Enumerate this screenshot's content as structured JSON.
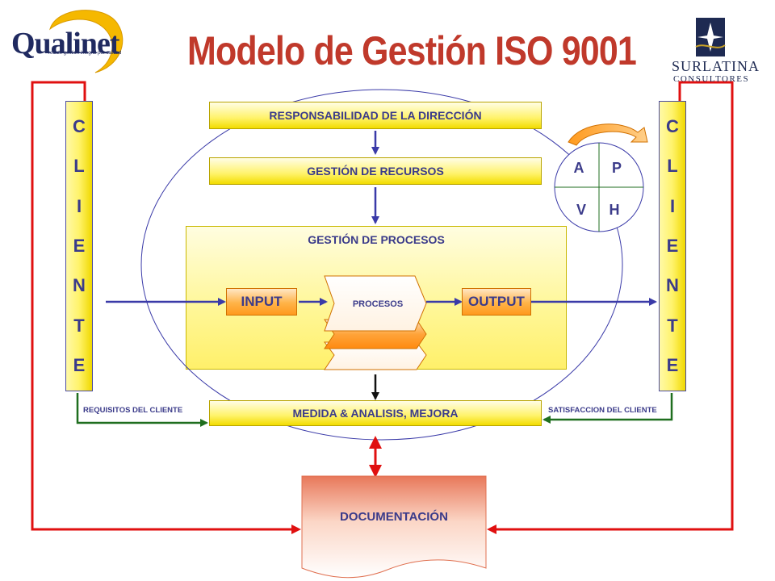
{
  "title": "Modelo de Gestión ISO 9001",
  "logos": {
    "left_name": "Qualinet",
    "left_tagline": "red de gestión integral por calidad",
    "right_name": "SURLATINA",
    "right_tagline": "CONSULTORES"
  },
  "client_left_letters": [
    "C",
    "L",
    "I",
    "E",
    "N",
    "T",
    "E"
  ],
  "client_right_letters": [
    "C",
    "L",
    "I",
    "E",
    "N",
    "T",
    "E"
  ],
  "boxes": {
    "responsabilidad": "RESPONSABILIDAD DE LA DIRECCIÓN",
    "recursos": "GESTIÓN DE RECURSOS",
    "procesos_title": "GESTIÓN DE PROCESOS",
    "input": "INPUT",
    "procesos": "PROCESOS",
    "output": "OUTPUT",
    "medida": "MEDIDA & ANALISIS, MEJORA",
    "documentacion": "DOCUMENTACIÓN"
  },
  "labels": {
    "requisitos": "REQUISITOS DEL CLIENTE",
    "satisfaccion": "SATISFACCION DEL CLIENTE"
  },
  "pdca": {
    "a": "A",
    "p": "P",
    "v": "V",
    "h": "H"
  },
  "colors": {
    "title": "#c0392b",
    "text": "#3b3b8a",
    "arrow_blue": "#3a3aa8",
    "arrow_red": "#e01010",
    "arrow_green": "#1f6e1f",
    "arrow_black": "#111111"
  }
}
